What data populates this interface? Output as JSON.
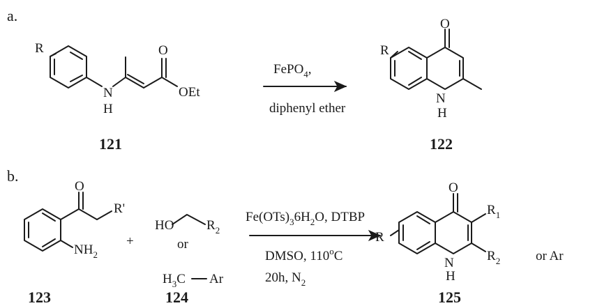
{
  "parts": {
    "a": "a.",
    "b": "b."
  },
  "compounds": {
    "c121": "121",
    "c122": "122",
    "c123": "123",
    "c124": "124",
    "c125": "125"
  },
  "atoms": {
    "R": "R",
    "H": "H",
    "O": "O",
    "OEt": "OEt",
    "Rprime": "R'",
    "NH": "NH",
    "sub2": "2",
    "HO": "HO",
    "R1_sub": "1",
    "R2_sub": "2",
    "or": "or",
    "H3C_H": "H",
    "H3C_3": "3",
    "H3C_C": "C",
    "Ar": "Ar",
    "plus": "+",
    "or_Ar": "or Ar"
  },
  "conditions": {
    "a_top_main": "FePO",
    "a_top_sub": "4",
    "a_top_tail": ",",
    "a_bottom": "diphenyl ether",
    "b_top_1": "Fe(OTs)",
    "b_top_sub1": "3",
    "b_top_2": "6H",
    "b_top_sub2": "2",
    "b_top_3": "O, DTBP",
    "b_mid_1": "DMSO, 110",
    "b_mid_sup": "o",
    "b_mid_2": "C",
    "b_bot_1": "20h, N",
    "b_bot_sub": "2"
  }
}
